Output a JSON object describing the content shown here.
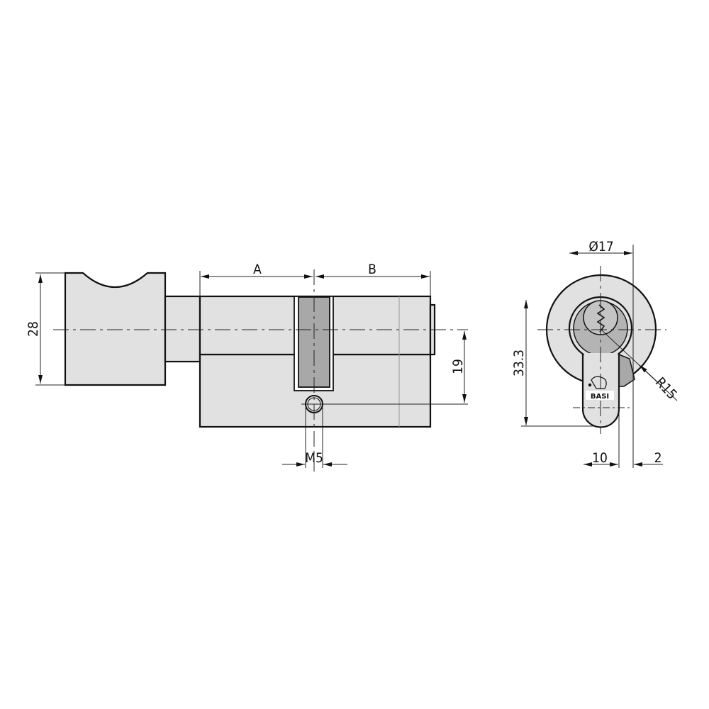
{
  "dimensions": {
    "knob_height": "28",
    "length_a": "A",
    "length_b": "B",
    "screw_offset": "19",
    "screw_thread": "M5",
    "diameter": "Ø17",
    "profile_height": "33.3",
    "radius": "R15",
    "profile_width": "10",
    "cam_offset": "2"
  },
  "logo": {
    "text": "BASI"
  },
  "colors": {
    "part_fill": "#e1e1e1",
    "cam_fill": "#a8a8a8",
    "core_fill": "#b4b4b4",
    "line": "#111111"
  }
}
